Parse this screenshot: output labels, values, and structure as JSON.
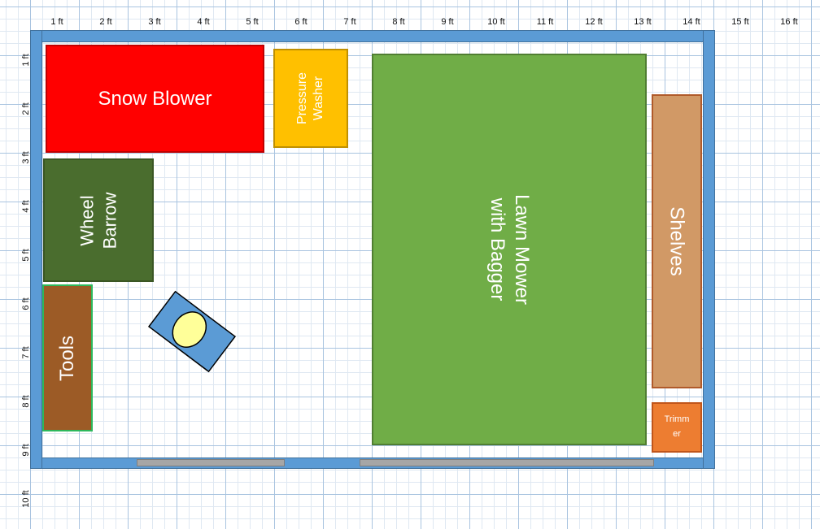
{
  "ruler": {
    "top": [
      "1 ft",
      "2 ft",
      "3 ft",
      "4 ft",
      "5 ft",
      "6 ft",
      "7 ft",
      "8 ft",
      "9 ft",
      "10 ft",
      "11 ft",
      "12 ft",
      "13 ft",
      "14 ft",
      "15 ft",
      "16 ft"
    ],
    "left": [
      "1 ft",
      "2 ft",
      "3 ft",
      "4 ft",
      "5 ft",
      "6 ft",
      "7 ft",
      "8 ft",
      "9 ft",
      "10 ft"
    ]
  },
  "items": {
    "snow_blower": {
      "label": "Snow Blower",
      "color": "#ff0000"
    },
    "pressure_washer": {
      "line1": "Pressure",
      "line2": "Washer",
      "color": "#ffc000"
    },
    "lawn_mower": {
      "line1": "Lawn Mower",
      "line2": "with Bagger",
      "color": "#70ad47"
    },
    "wheel_barrow": {
      "line1": "Wheel",
      "line2": "Barrow",
      "color": "#4a6d2e"
    },
    "tools": {
      "label": "Tools",
      "color": "#9c5b26"
    },
    "shelves": {
      "label": "Shelves",
      "color": "#d19966"
    },
    "trimmer": {
      "line1": "Trimm",
      "line2": "er",
      "color": "#ed7d31"
    }
  },
  "colors": {
    "wall": "#5b9bd5",
    "door": "#a6a6a6",
    "grid": "#a9c4e0"
  }
}
